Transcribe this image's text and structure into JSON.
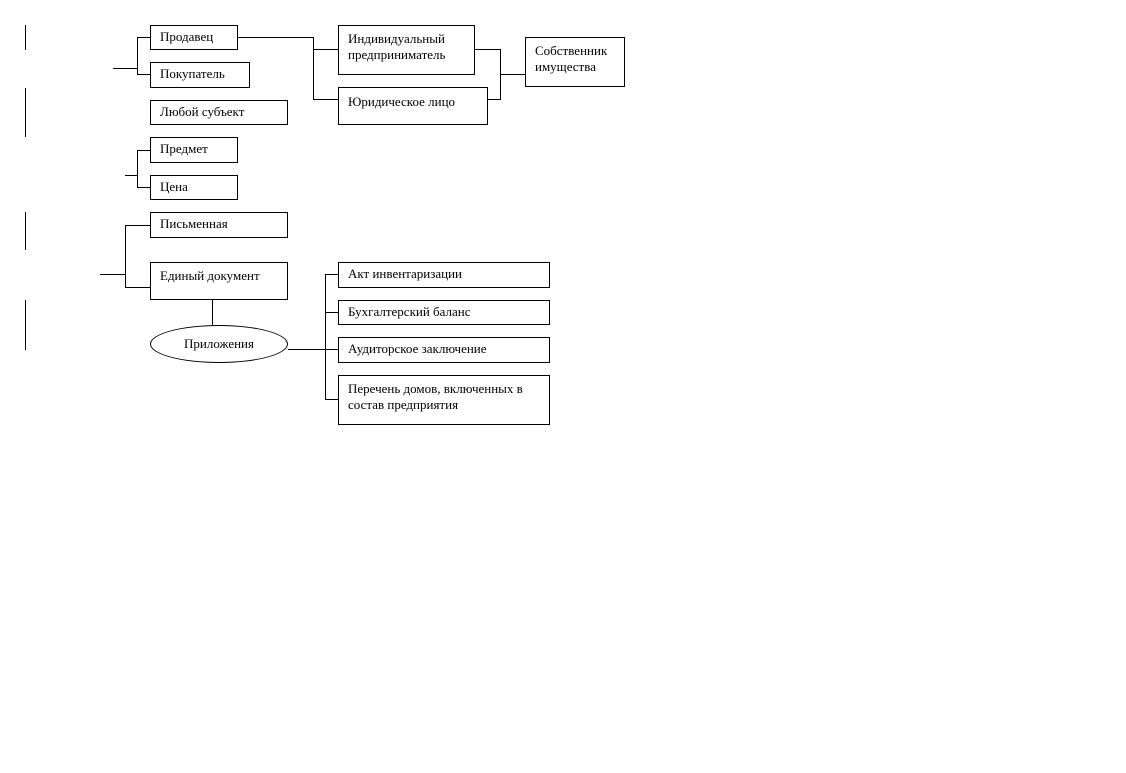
{
  "diagram": {
    "parties": {
      "seller": "Продавец",
      "buyer": "Покупатель",
      "any_subject": "Любой субъект",
      "individual_entrepreneur": "Индивидуальный предприниматель",
      "legal_entity": "Юридическое лицо",
      "property_owner": "Собственник имущества"
    },
    "terms": {
      "subject": "Предмет",
      "price": "Цена"
    },
    "form": {
      "written": "Письменная",
      "single_document": "Единый документ",
      "attachments": "Приложения",
      "attachment_items": [
        "Акт инвентаризации",
        "Бухгалтерский баланс",
        "Аудиторское заключение",
        "Перечень домов, включенных в состав предприятия"
      ]
    }
  }
}
